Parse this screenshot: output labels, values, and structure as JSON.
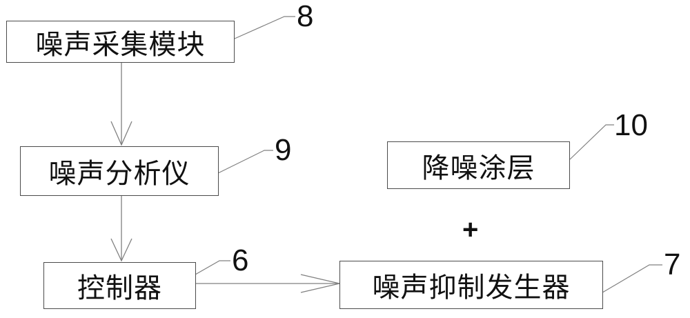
{
  "nodes": {
    "noise_collection": {
      "label": "噪声采集模块",
      "ref": "8"
    },
    "noise_analyzer": {
      "label": "噪声分析仪",
      "ref": "9"
    },
    "controller": {
      "label": "控制器",
      "ref": "6"
    },
    "noise_suppression": {
      "label": "噪声抑制发生器",
      "ref": "7"
    },
    "noise_coating": {
      "label": "降噪涂层",
      "ref": "10"
    }
  },
  "combine_symbol": "+",
  "edges": [
    {
      "from": "noise_collection",
      "to": "noise_analyzer"
    },
    {
      "from": "noise_analyzer",
      "to": "controller"
    },
    {
      "from": "controller",
      "to": "noise_suppression"
    }
  ]
}
